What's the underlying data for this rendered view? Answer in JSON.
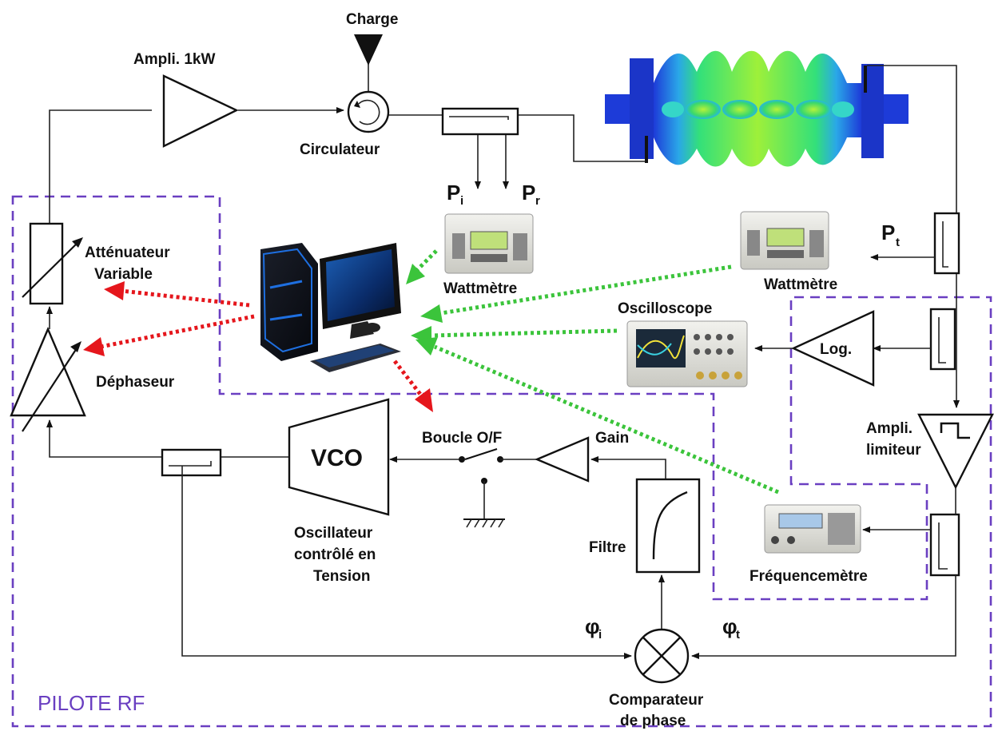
{
  "labels": {
    "charge": "Charge",
    "ampli_1kw": "Ampli. 1kW",
    "circulateur": "Circulateur",
    "pi_main": "P",
    "pi_sub": "i",
    "pr_main": "P",
    "pr_sub": "r",
    "pt_main": "P",
    "pt_sub": "t",
    "wattmetre_1": "Wattmètre",
    "wattmetre_2": "Wattmètre",
    "oscilloscope": "Oscilloscope",
    "attenuateur_line1": "Atténuateur",
    "attenuateur_line2": "Variable",
    "dephaseur": "Déphaseur",
    "log": "Log.",
    "ampli_limiteur_line1": "Ampli.",
    "ampli_limiteur_line2": "limiteur",
    "vco": "VCO",
    "boucle": "Boucle O/F",
    "gain": "Gain",
    "filtre": "Filtre",
    "oscillateur_line1": "Oscillateur",
    "oscillateur_line2": "contrôlé en",
    "oscillateur_line3": "Tension",
    "frequencemetre": "Fréquencemètre",
    "phi_i_main": "φ",
    "phi_i_sub": "i",
    "phi_t_main": "φ",
    "phi_t_sub": "t",
    "comparateur_line1": "Comparateur",
    "comparateur_line2": "de  phase",
    "pilote_rf": "PILOTE RF"
  },
  "colors": {
    "pilote_border": "#6a3fc1",
    "control_arrows": "#e5161c",
    "measure_arrows": "#3bc43b"
  }
}
